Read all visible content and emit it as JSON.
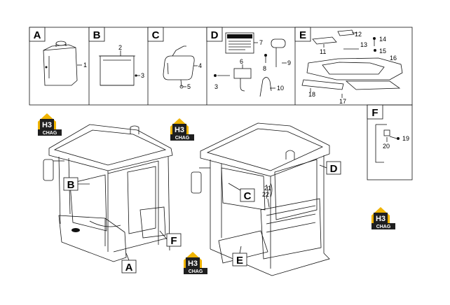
{
  "panels": [
    {
      "letter": "A",
      "numbers": [
        "1"
      ]
    },
    {
      "letter": "B",
      "numbers": [
        "2",
        "3"
      ]
    },
    {
      "letter": "C",
      "numbers": [
        "4",
        "5"
      ]
    },
    {
      "letter": "D",
      "numbers": [
        "7",
        "6",
        "8",
        "9",
        "3",
        "10"
      ]
    },
    {
      "letter": "E",
      "numbers": [
        "12",
        "11",
        "13",
        "14",
        "15",
        "16",
        "18",
        "17"
      ]
    },
    {
      "letter": "F",
      "numbers": [
        "19",
        "20"
      ]
    }
  ],
  "callouts": {
    "left_cab": [
      "B",
      "A",
      "F"
    ],
    "right_cab": [
      "D",
      "C",
      "E"
    ],
    "right_cab_numbers": [
      "21",
      "22"
    ]
  },
  "watermark": {
    "mark": "H3",
    "text": "CHAG",
    "color_dark": "#1f1f1f",
    "color_accent": "#f0b400"
  },
  "colors": {
    "line": "#111111",
    "background": "#ffffff"
  }
}
